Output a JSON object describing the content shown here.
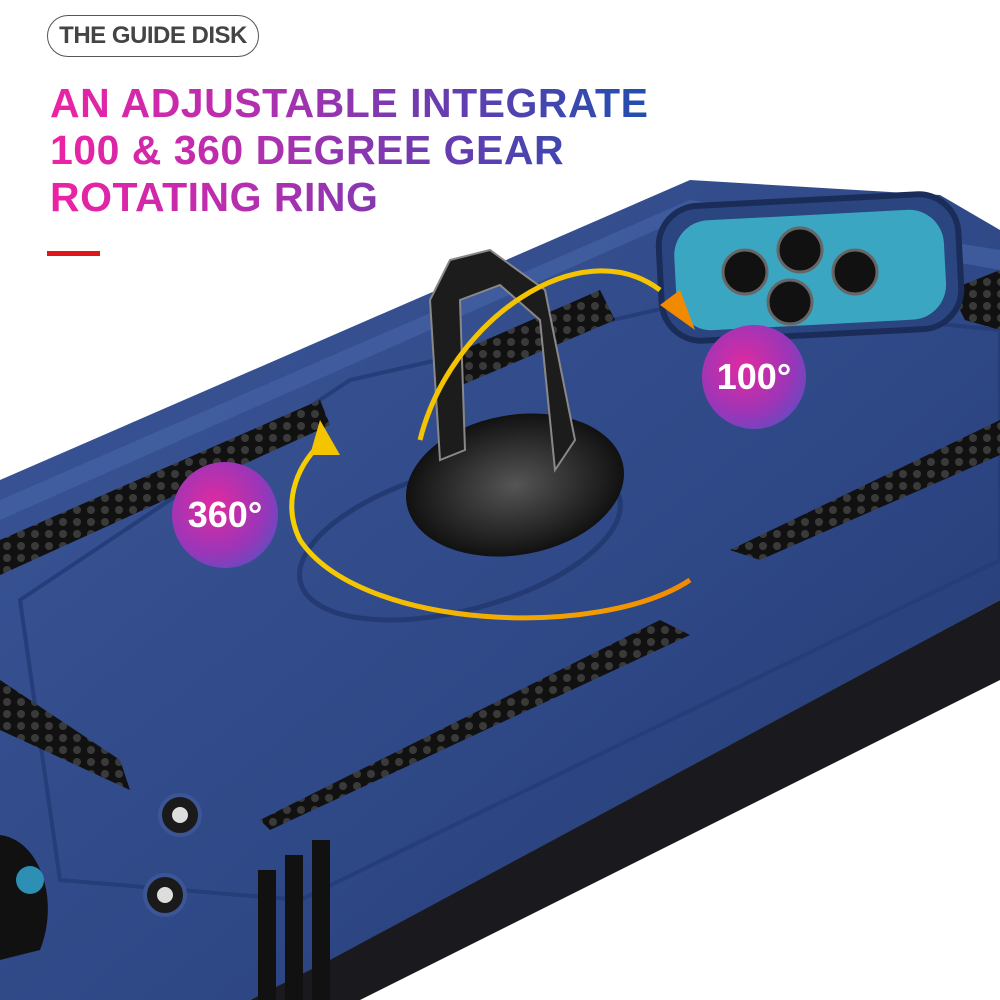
{
  "label_pill": "THE GUIDE DISK",
  "headline": {
    "line1": "AN ADJUSTABLE INTEGRATED",
    "line2": "100 & 360 DEGREE GEAR",
    "line3": "ROTATING RING"
  },
  "badges": {
    "right": "100°",
    "left": "360°"
  },
  "colors": {
    "case_blue": "#2f4a86",
    "accent_red": "#e0161b",
    "arrow_yellow": "#f5c400",
    "arrow_orange": "#f28a00"
  }
}
